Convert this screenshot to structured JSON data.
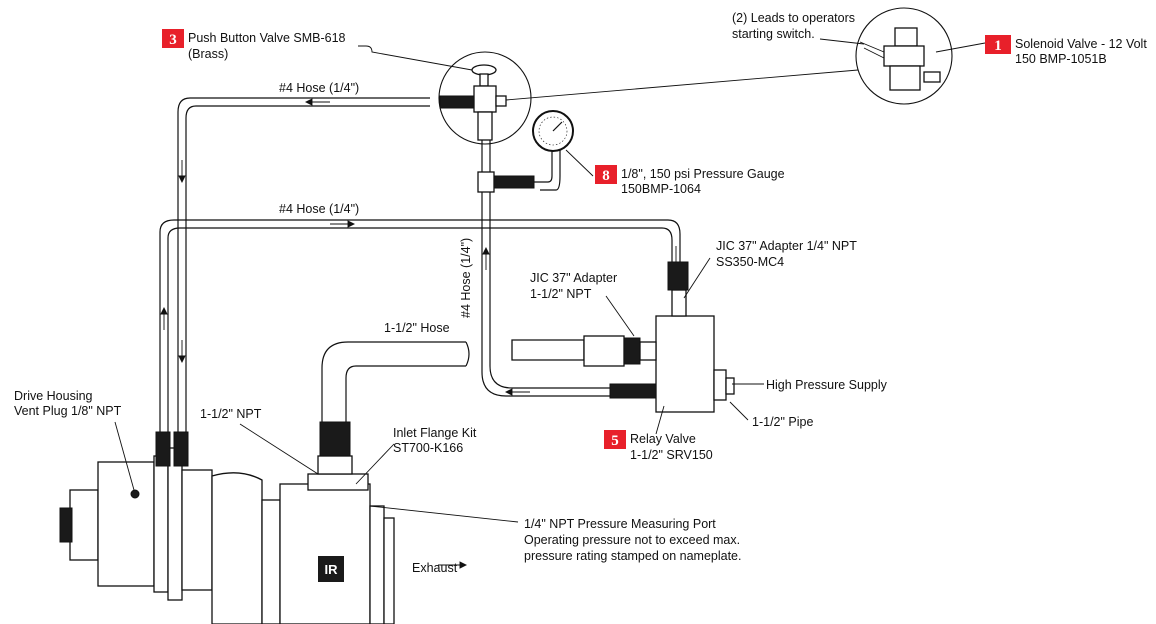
{
  "colors": {
    "badge": "#e8202a",
    "ink": "#111111"
  },
  "callouts": {
    "push_button": {
      "number": "3",
      "line1": "Push Button Valve SMB-618",
      "line2": "(Brass)"
    },
    "solenoid": {
      "number": "1",
      "line1": "Solenoid Valve - 12 Volt",
      "line2": "150 BMP-1051B"
    },
    "gauge": {
      "number": "8",
      "line1": "1/8\", 150 psi Pressure Gauge",
      "line2": "150BMP-1064"
    },
    "relay": {
      "number": "5",
      "line1": "Relay Valve",
      "line2": "1-1/2\" SRV150"
    }
  },
  "labels": {
    "leads_line1": "(2) Leads to operators",
    "leads_line2": "starting switch.",
    "hose_top": "#4 Hose (1/4\")",
    "hose_mid": "#4 Hose (1/4\")",
    "hose_vertical": "#4 Hose (1/4\")",
    "jic_top_line1": "JIC 37\" Adapter 1/4\" NPT",
    "jic_top_line2": "SS350-MC4",
    "jic_left_line1": "JIC 37\" Adapter",
    "jic_left_line2": "1-1/2\" NPT",
    "big_hose": "1-1/2\" Hose",
    "high_pressure": "High Pressure Supply",
    "pipe": "1-1/2\" Pipe",
    "drive_line1": "Drive Housing",
    "drive_line2": "Vent Plug 1/8\" NPT",
    "npt": "1-1/2\" NPT",
    "inlet_line1": "Inlet Flange Kit",
    "inlet_line2": "ST700-K166",
    "port_line1": "1/4\" NPT Pressure Measuring Port",
    "port_line2": "Operating pressure not to exceed max.",
    "port_line3": "pressure rating stamped on nameplate.",
    "exhaust": "Exhaust",
    "logo": "IR"
  }
}
